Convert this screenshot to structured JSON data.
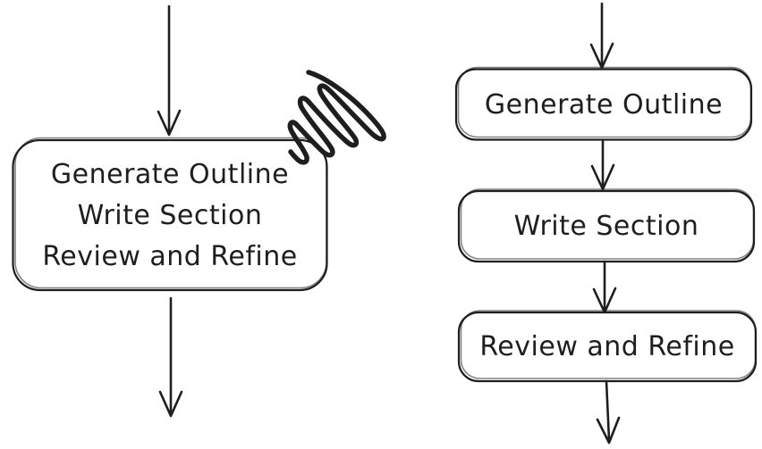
{
  "colors": {
    "stroke": "#1e1e1e",
    "background": "#ffffff"
  },
  "left_flow": {
    "description": "single combined node with scratch-out scribble annotation",
    "node_lines": [
      "Generate Outline",
      "Write Section",
      "Review and Refine"
    ],
    "annotation_icon": "scribble-scratch-out-mark"
  },
  "right_flow": {
    "description": "three sequential nodes connected by arrows",
    "nodes": [
      "Generate Outline",
      "Write Section",
      "Review and Refine"
    ]
  }
}
